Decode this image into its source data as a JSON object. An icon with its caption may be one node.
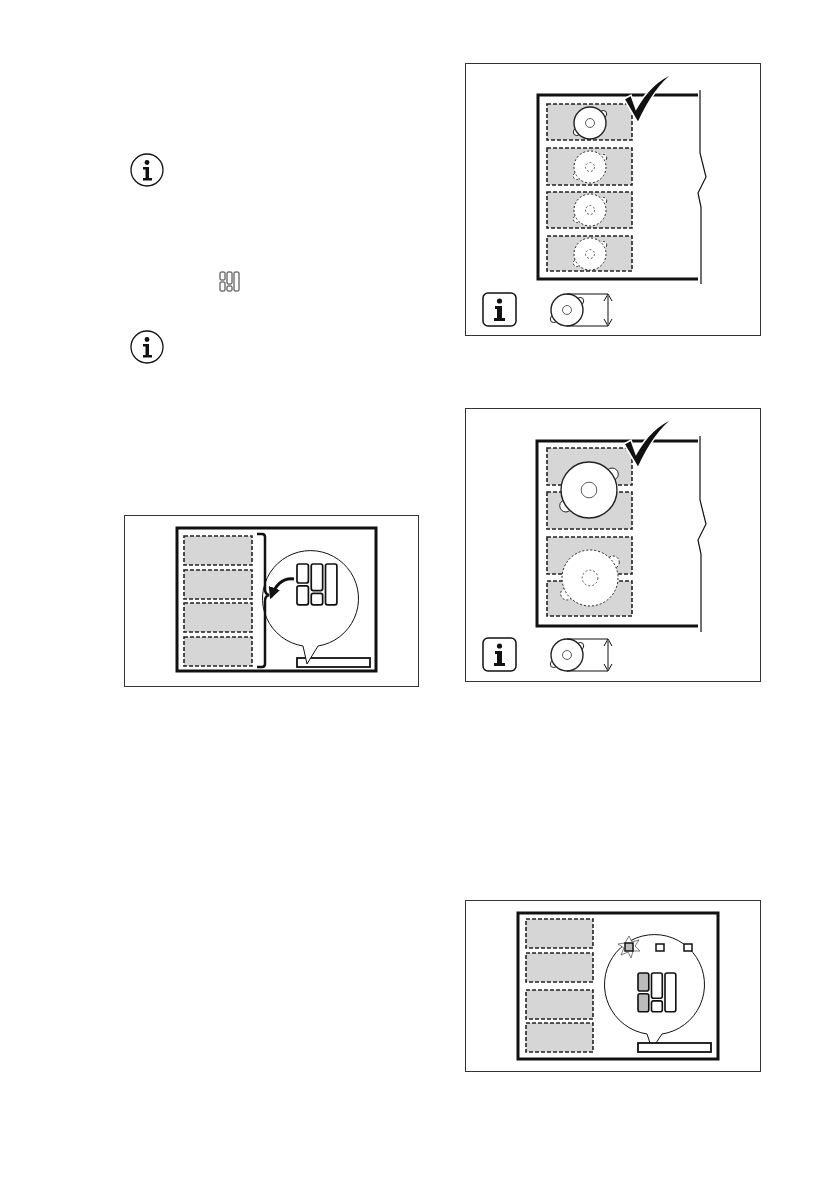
{
  "diagram": {
    "nodes": [
      {
        "text": [],
        "shape": "circle"
      },
      {
        "text": [],
        "shape": "bracket"
      }
    ],
    "edges": [
      {
        "from": 0,
        "to": 1,
        "arrow": "to"
      }
    ]
  }
}
